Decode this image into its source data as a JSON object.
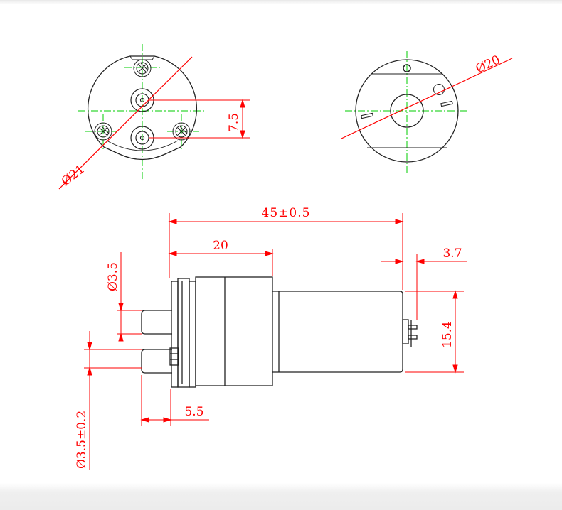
{
  "drawing": {
    "dimensions": {
      "front_view_diameter": "Ø21",
      "port_spacing": "7.5",
      "rear_view_diameter": "Ø20",
      "overall_length": "45±0.5",
      "pump_head_length": "20",
      "terminal_length": "3.7",
      "motor_diameter": "15.4",
      "port_diameter": "Ø3.5",
      "port_diameter_tolerance": "Ø3.5±0.2",
      "port_length": "5.5"
    },
    "colors": {
      "outline": "#222222",
      "dimension": "#ff0000",
      "centerline": "#00cc00"
    }
  }
}
